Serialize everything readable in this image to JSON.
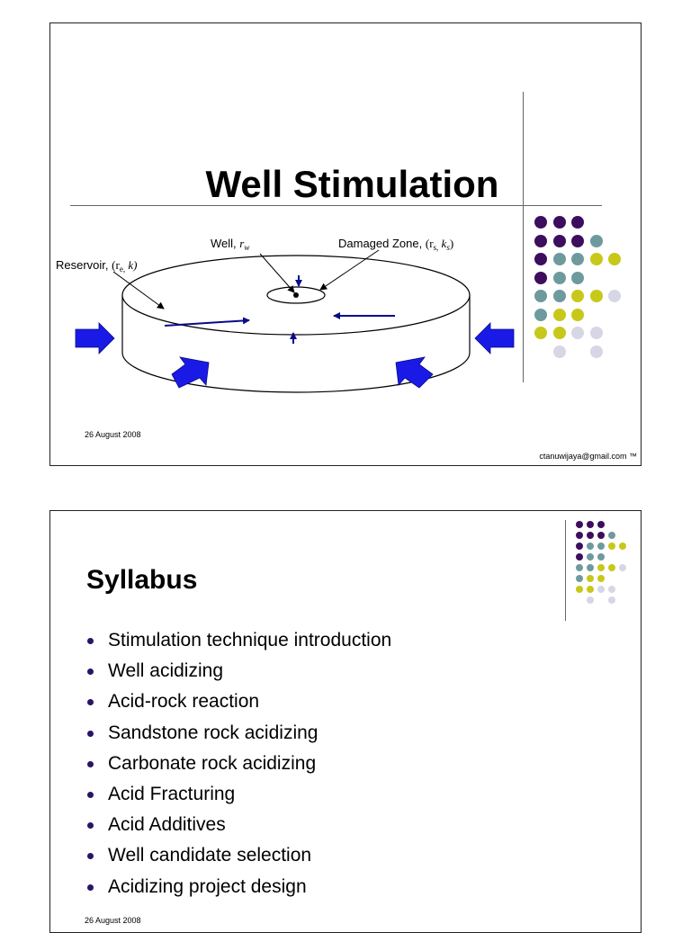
{
  "slide1": {
    "title": "Well Stimulation",
    "date": "26 August 2008",
    "email": "ctanuwijaya@gmail.com ™",
    "diagram": {
      "reservoir_label": "Reservoir,",
      "reservoir_vars": "(r",
      "reservoir_sub": "e,",
      "reservoir_end": " k)",
      "well_label": "Well,",
      "well_var": "r",
      "well_sub": "w",
      "damaged_label": "Damaged Zone,",
      "damaged_vars": "(r",
      "damaged_sub1": "s,",
      "damaged_mid": " k",
      "damaged_sub2": "s",
      "damaged_end": ")"
    }
  },
  "slide2": {
    "title": "Syllabus",
    "date": "26 August 2008",
    "items": [
      "Stimulation technique introduction",
      "Well acidizing",
      "Acid-rock reaction",
      "Sandstone rock acidizing",
      "Carbonate rock acidizing",
      "Acid Fracturing",
      "Acid Additives",
      "Well candidate selection",
      "Acidizing project design"
    ]
  },
  "colors": {
    "purple": "#3d0d5e",
    "teal": "#6f9a9d",
    "yellow": "#c8c81b",
    "lavender": "#d6d6e6",
    "arrow_blue": "#1a1ae6",
    "flow_arrow": "#0a0a8c",
    "bullet": "#2a1464"
  }
}
